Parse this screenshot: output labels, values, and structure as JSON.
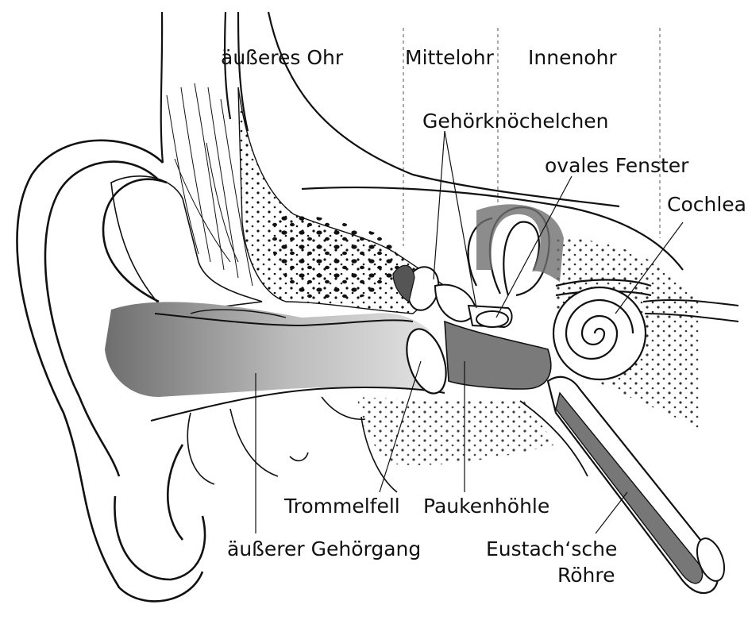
{
  "diagram": {
    "sections": {
      "outer_ear": "äußeres Ohr",
      "middle_ear": "Mittelohr",
      "inner_ear": "Innenohr"
    },
    "labels": {
      "ossicles": "Gehörknöchelchen",
      "oval_window": "ovales Fenster",
      "cochlea": "Cochlea",
      "eardrum": "Trommelfell",
      "tympanic_cavity": "Paukenhöhle",
      "ear_canal": "äußerer Gehörgang",
      "eustachian_tube_line1": "Eustach‘sche",
      "eustachian_tube_line2": "Röhre"
    },
    "colors": {
      "ink": "#111111",
      "canal_shade": "#9a9a9a",
      "bone_shade": "#6f6f6f",
      "tube_shade": "#777777"
    }
  }
}
